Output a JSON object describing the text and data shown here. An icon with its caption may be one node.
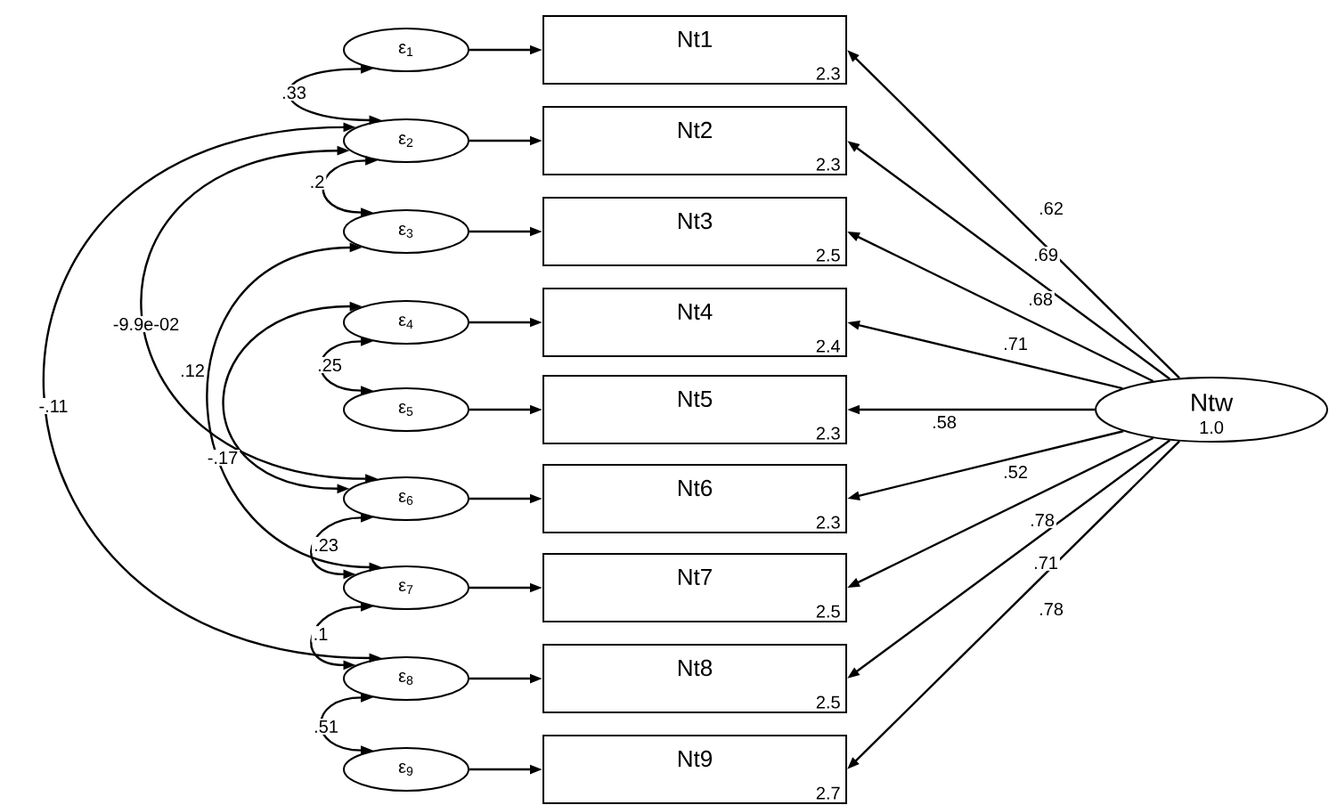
{
  "diagram": {
    "nodes": [
      {
        "text": [
          "ε$_{1}$"
        ]
      },
      {
        "text": [
          "ε$_{2}$"
        ]
      },
      {
        "text": [
          "ε$_{3}$"
        ]
      },
      {
        "text": [
          "ε$_{4}$"
        ]
      },
      {
        "text": [
          "ε$_{5}$"
        ]
      },
      {
        "text": [
          "ε$_{6}$"
        ]
      },
      {
        "text": [
          "ε$_{7}$"
        ]
      },
      {
        "text": [
          "ε$_{8}$"
        ]
      },
      {
        "text": [
          "ε$_{9}$"
        ]
      },
      {
        "text": [
          "Nt1",
          "2.3"
        ]
      },
      {
        "text": [
          "Nt2",
          "2.3"
        ]
      },
      {
        "text": [
          "Nt3",
          "2.5"
        ]
      },
      {
        "text": [
          "Nt4",
          "2.4"
        ]
      },
      {
        "text": [
          "Nt5",
          "2.3"
        ]
      },
      {
        "text": [
          "Nt6",
          "2.3"
        ]
      },
      {
        "text": [
          "Nt7",
          "2.5"
        ]
      },
      {
        "text": [
          "Nt8",
          "2.5"
        ]
      },
      {
        "text": [
          "Nt9",
          "2.7"
        ]
      },
      {
        "text": [
          "Ntw",
          "1.0"
        ]
      }
    ],
    "edges": [
      {
        "from": 0,
        "to": 9,
        "arrow": "to"
      },
      {
        "from": 1,
        "to": 10,
        "arrow": "to"
      },
      {
        "from": 2,
        "to": 11,
        "arrow": "to"
      },
      {
        "from": 3,
        "to": 12,
        "arrow": "to"
      },
      {
        "from": 4,
        "to": 13,
        "arrow": "to"
      },
      {
        "from": 5,
        "to": 14,
        "arrow": "to"
      },
      {
        "from": 6,
        "to": 15,
        "arrow": "to"
      },
      {
        "from": 7,
        "to": 16,
        "arrow": "to"
      },
      {
        "from": 8,
        "to": 17,
        "arrow": "to"
      },
      {
        "from": 18,
        "to": 9,
        "arrow": "to",
        "label": ".62"
      },
      {
        "from": 18,
        "to": 10,
        "arrow": "to",
        "label": ".69"
      },
      {
        "from": 18,
        "to": 11,
        "arrow": "to",
        "label": ".68"
      },
      {
        "from": 18,
        "to": 12,
        "arrow": "to",
        "label": ".71"
      },
      {
        "from": 18,
        "to": 13,
        "arrow": "to",
        "label": ".58"
      },
      {
        "from": 18,
        "to": 14,
        "arrow": "to",
        "label": ".52"
      },
      {
        "from": 18,
        "to": 15,
        "arrow": "to",
        "label": ".78"
      },
      {
        "from": 18,
        "to": 16,
        "arrow": "to",
        "label": ".71"
      },
      {
        "from": 18,
        "to": 17,
        "arrow": "to",
        "label": ".78"
      },
      {
        "from": 0,
        "to": 1,
        "arrow": "both",
        "label": ".33"
      },
      {
        "from": 1,
        "to": 2,
        "arrow": "both",
        "label": ".2"
      },
      {
        "from": 1,
        "to": 5,
        "arrow": "both",
        "label": "-9.9e-02"
      },
      {
        "from": 1,
        "to": 7,
        "arrow": "both",
        "label": "-.11"
      },
      {
        "from": 2,
        "to": 6,
        "arrow": "both",
        "label": ".12"
      },
      {
        "from": 3,
        "to": 5,
        "arrow": "both",
        "label": "-.17"
      },
      {
        "from": 3,
        "to": 4,
        "arrow": "both",
        "label": ".25"
      },
      {
        "from": 5,
        "to": 6,
        "arrow": "both",
        "label": ".23"
      },
      {
        "from": 6,
        "to": 7,
        "arrow": "both",
        "label": ".1"
      },
      {
        "from": 7,
        "to": 8,
        "arrow": "both",
        "label": ".51"
      }
    ]
  }
}
